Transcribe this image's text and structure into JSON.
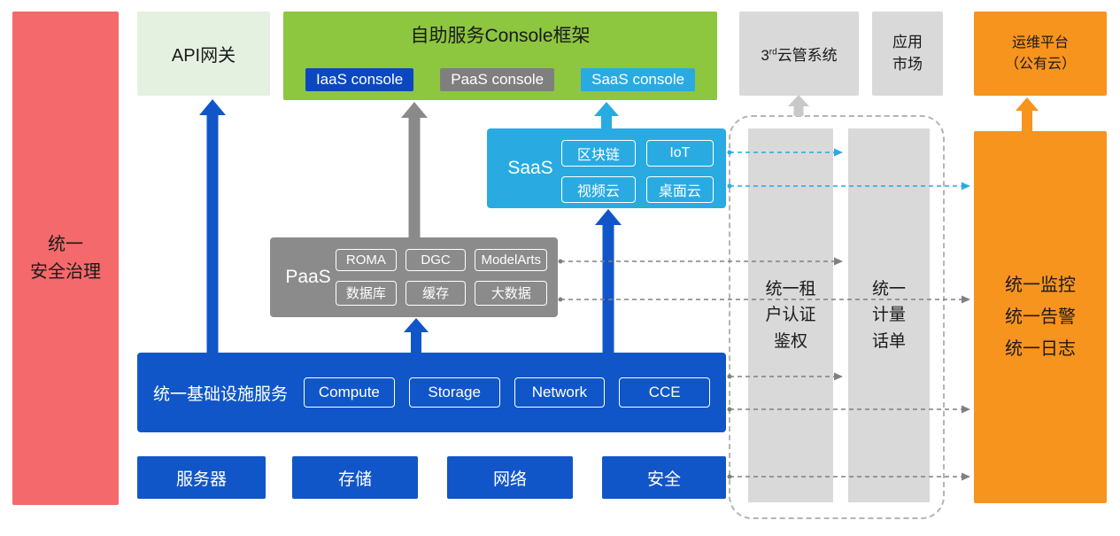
{
  "colors": {
    "security_red": "#f4696b",
    "api_gateway_green": "#e4f1e0",
    "console_green": "#8dc63f",
    "primary_blue": "#1156c8",
    "iaas_console_blue": "#0b48c0",
    "paas_gray": "#8b8b8b",
    "panel_gray": "#d9d9d9",
    "saas_cyan": "#29abe2",
    "om_orange": "#f7941e"
  },
  "security_bar": {
    "label": "统一\n安全治理"
  },
  "api_gateway": {
    "label": "API网关"
  },
  "console": {
    "title": "自助服务Console框架",
    "buttons": [
      {
        "label": "IaaS console"
      },
      {
        "label": "PaaS console"
      },
      {
        "label": "SaaS console"
      }
    ]
  },
  "third_party_cloud": {
    "prefix": "3",
    "sup": "rd",
    "suffix": "云管系统"
  },
  "app_market": {
    "label": "应用\n市场"
  },
  "om_platform": {
    "label": "运维平台\n（公有云）"
  },
  "om_services": {
    "label": "统一监控\n统一告警\n统一日志"
  },
  "saas": {
    "label": "SaaS",
    "items": [
      "区块链",
      "IoT",
      "视频云",
      "桌面云"
    ]
  },
  "paas": {
    "label": "PaaS",
    "items": [
      "ROMA",
      "DGC",
      "ModelArts",
      "数据库",
      "缓存",
      "大数据"
    ]
  },
  "iaas": {
    "label": "统一基础设施服务",
    "items": [
      "Compute",
      "Storage",
      "Network",
      "CCE"
    ]
  },
  "hardware": {
    "items": [
      "服务器",
      "存储",
      "网络",
      "安全"
    ]
  },
  "auth": {
    "label": "统一租\n户认证\n鉴权"
  },
  "billing": {
    "label": "统一\n计量\n话单"
  }
}
